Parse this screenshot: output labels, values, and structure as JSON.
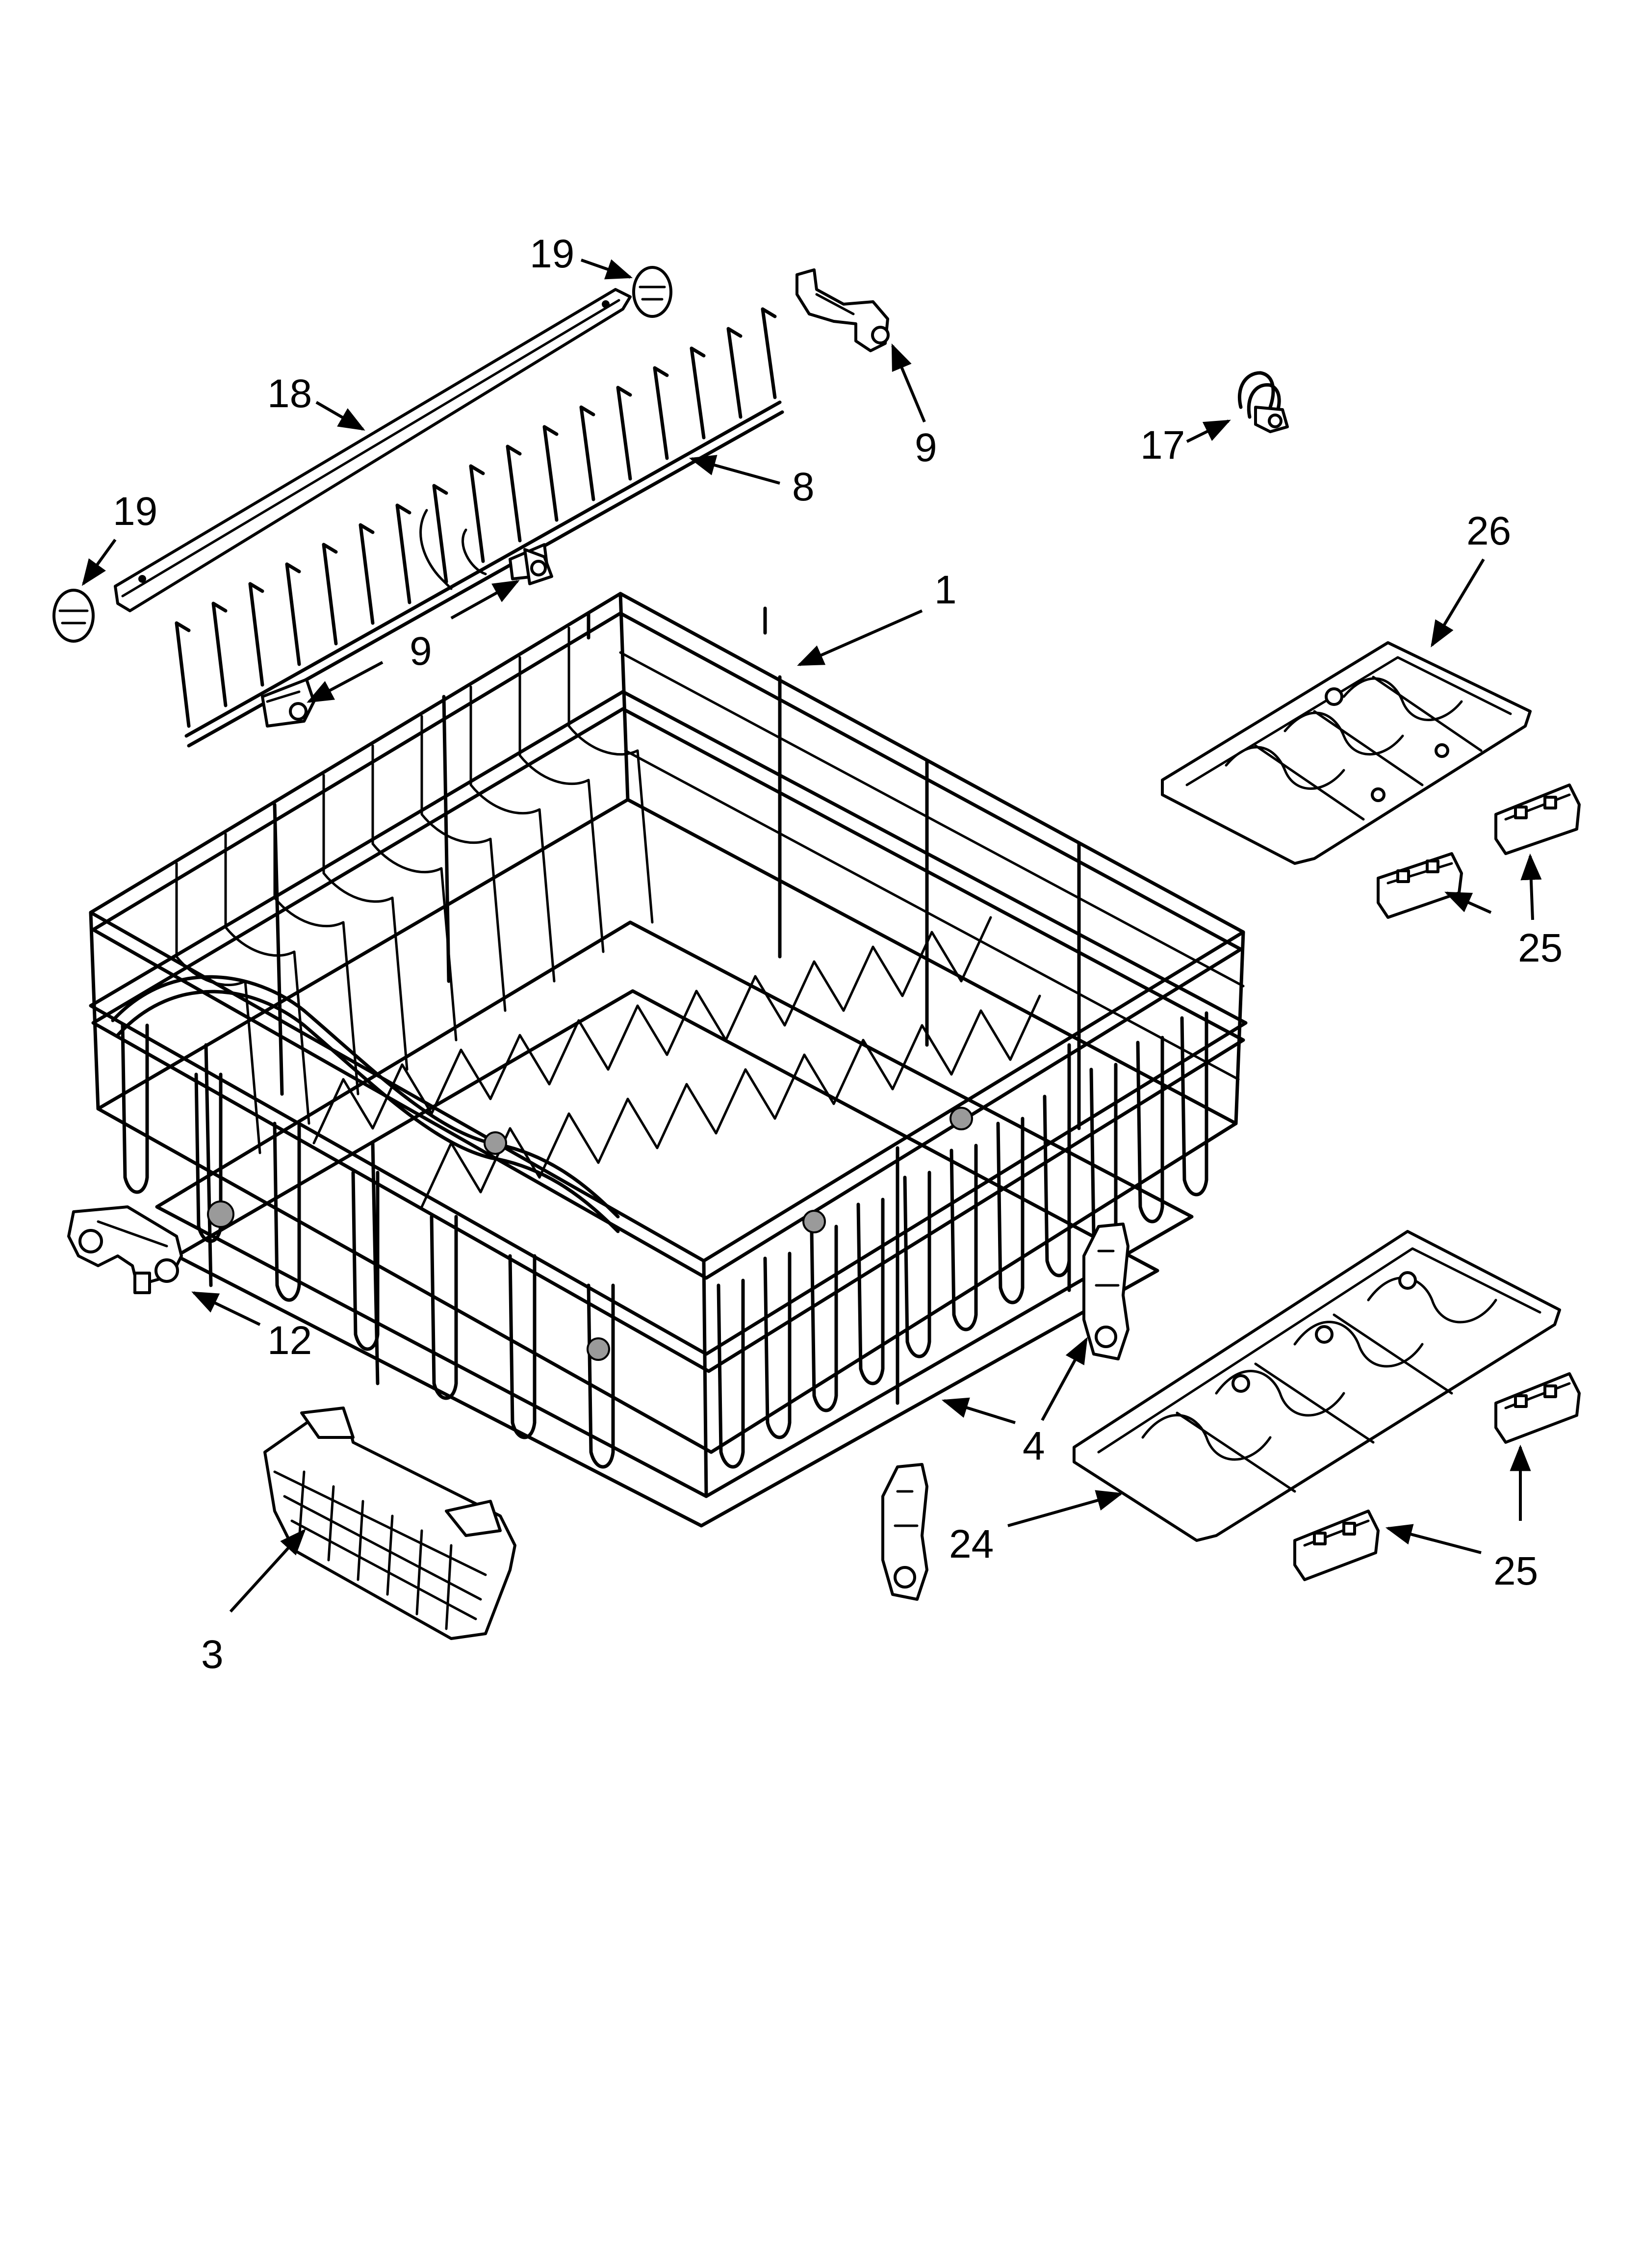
{
  "diagram": {
    "labels": {
      "rack": "1",
      "basket": "3",
      "hinge_front": "4",
      "tine_row": "8",
      "clip_upper": "9",
      "clip_lower": "9",
      "end_cap_left": "12",
      "bracket": "17",
      "bar": "18",
      "cap_top": "19",
      "cap_left": "19",
      "shelf_front": "24",
      "clip_pair_lower": "25",
      "clip_pair_upper": "25",
      "shelf_back": "26"
    }
  }
}
